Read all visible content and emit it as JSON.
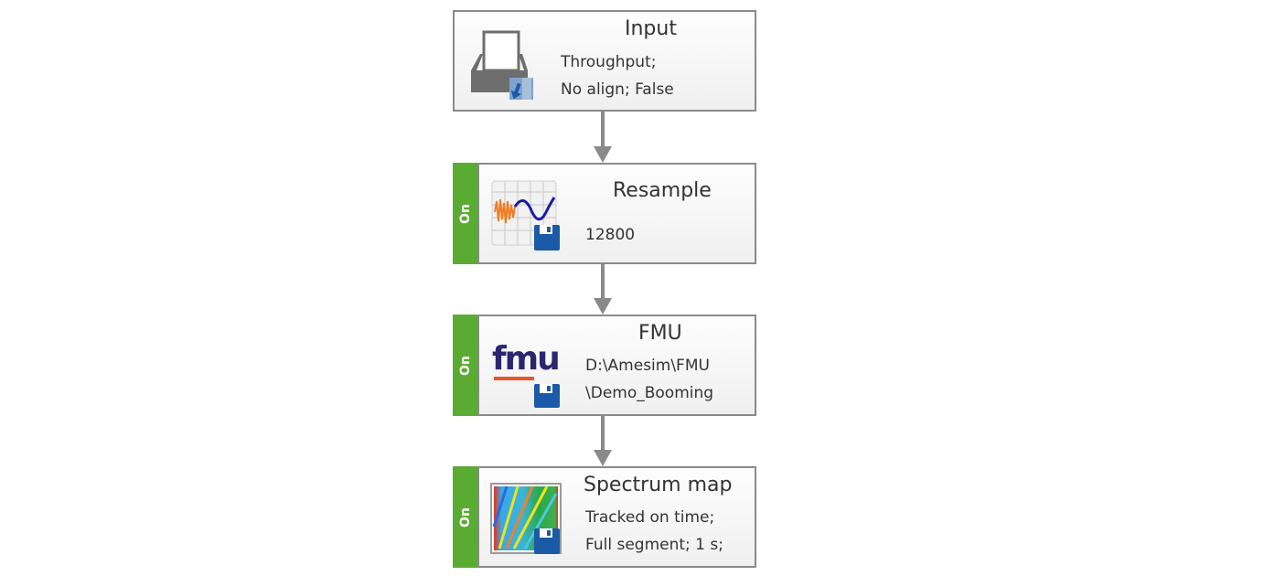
{
  "colors": {
    "node_border": "#8a8a8a",
    "node_background": "#f5f5f5",
    "on_tab": "#5aab32",
    "connector": "#8a8a8a",
    "text": "#333333",
    "save_icon": "#1b5aa6",
    "fmu_text": "#2a2670",
    "fmu_underline": "#e8542a",
    "resample_orange": "#f07c22",
    "resample_blue": "#1a1aa8"
  },
  "pipeline": {
    "nodes": [
      {
        "id": "input",
        "title": "Input",
        "icon": "inbox-tray-icon",
        "status_tab": null,
        "lines": [
          "Throughput;",
          "No align; False"
        ]
      },
      {
        "id": "resample",
        "title": "Resample",
        "icon": "resample-waveform-icon",
        "status_tab": "On",
        "lines": [
          "12800"
        ]
      },
      {
        "id": "fmu",
        "title": "FMU",
        "icon": "fmu-logo-icon",
        "status_tab": "On",
        "lines": [
          "D:\\Amesim\\FMU",
          "\\Demo_Booming"
        ]
      },
      {
        "id": "spectrum-map",
        "title": "Spectrum map",
        "icon": "spectrum-map-icon",
        "status_tab": "On",
        "lines": [
          "Tracked on time;",
          "Full segment; 1 s;"
        ]
      }
    ],
    "connectors": [
      {
        "from": "input",
        "to": "resample"
      },
      {
        "from": "resample",
        "to": "fmu"
      },
      {
        "from": "fmu",
        "to": "spectrum-map"
      }
    ]
  }
}
